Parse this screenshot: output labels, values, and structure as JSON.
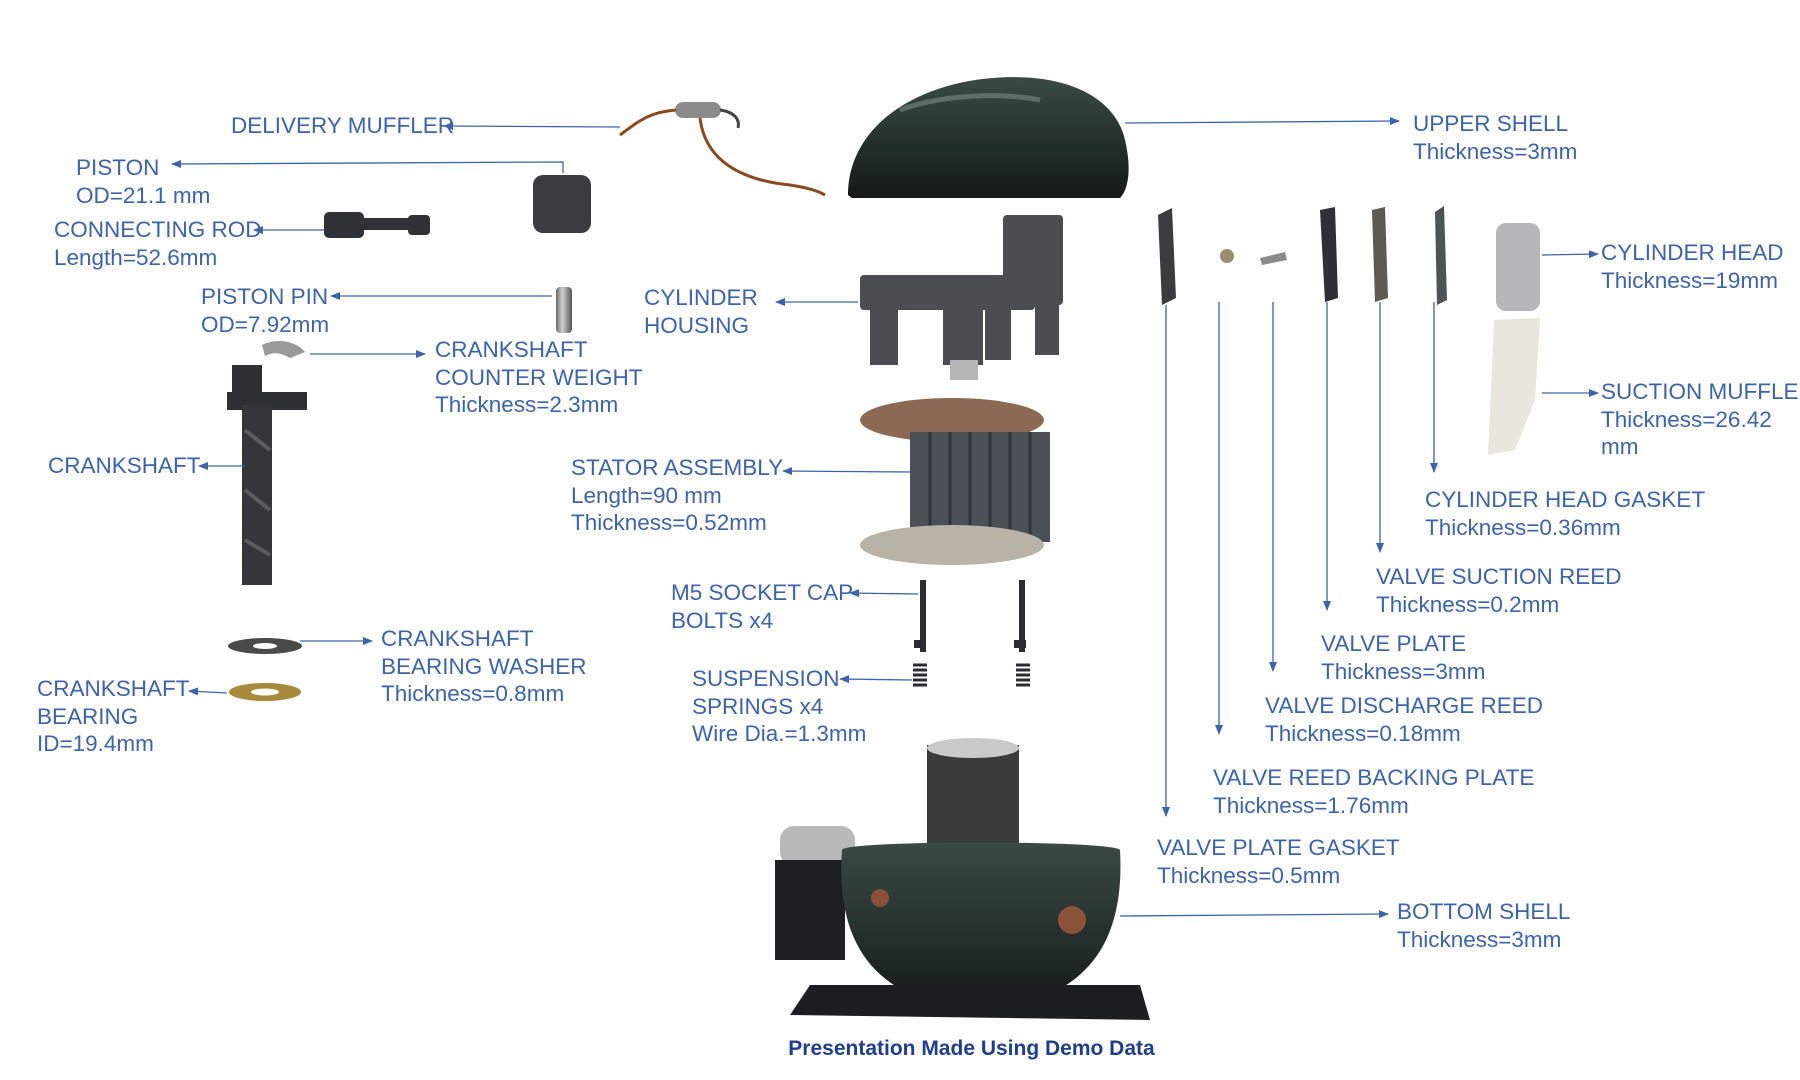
{
  "accent_color": "#3d64a8",
  "footer_color": "#1f3e8c",
  "footer": "Presentation Made Using Demo Data",
  "parts": [
    {
      "id": "delivery-muffler",
      "lines": [
        "DELIVERY MUFFLER"
      ]
    },
    {
      "id": "piston",
      "lines": [
        "PISTON",
        "OD=21.1 mm"
      ]
    },
    {
      "id": "connecting-rod",
      "lines": [
        "CONNECTING ROD",
        "Length=52.6mm"
      ]
    },
    {
      "id": "piston-pin",
      "lines": [
        "PISTON PIN",
        "OD=7.92mm"
      ]
    },
    {
      "id": "crankshaft-counter-weight",
      "lines": [
        "CRANKSHAFT",
        "COUNTER WEIGHT",
        "Thickness=2.3mm"
      ]
    },
    {
      "id": "crankshaft",
      "lines": [
        "CRANKSHAFT"
      ]
    },
    {
      "id": "crankshaft-bearing-washer",
      "lines": [
        "CRANKSHAFT",
        "BEARING WASHER",
        "Thickness=0.8mm"
      ]
    },
    {
      "id": "crankshaft-bearing",
      "lines": [
        "CRANKSHAFT",
        "BEARING",
        "ID=19.4mm"
      ]
    },
    {
      "id": "cylinder-housing",
      "lines": [
        "CYLINDER",
        "HOUSING"
      ]
    },
    {
      "id": "stator-assembly",
      "lines": [
        "STATOR ASSEMBLY",
        "Length=90 mm",
        "Thickness=0.52mm"
      ]
    },
    {
      "id": "socket-cap-bolts",
      "lines": [
        "M5 SOCKET CAP",
        "BOLTS x4"
      ]
    },
    {
      "id": "suspension-springs",
      "lines": [
        "SUSPENSION",
        "SPRINGS x4",
        "Wire Dia.=1.3mm"
      ]
    },
    {
      "id": "upper-shell",
      "lines": [
        "UPPER SHELL",
        "Thickness=3mm"
      ]
    },
    {
      "id": "cylinder-head",
      "lines": [
        "CYLINDER HEAD",
        "Thickness=19mm"
      ]
    },
    {
      "id": "suction-muffler",
      "lines": [
        "SUCTION MUFFLER",
        "Thickness=26.42",
        "mm"
      ]
    },
    {
      "id": "cylinder-head-gasket",
      "lines": [
        "CYLINDER HEAD GASKET",
        "Thickness=0.36mm"
      ]
    },
    {
      "id": "valve-suction-reed",
      "lines": [
        "VALVE SUCTION REED",
        "Thickness=0.2mm"
      ]
    },
    {
      "id": "valve-plate",
      "lines": [
        "VALVE PLATE",
        "Thickness=3mm"
      ]
    },
    {
      "id": "valve-discharge-reed",
      "lines": [
        "VALVE DISCHARGE REED",
        "Thickness=0.18mm"
      ]
    },
    {
      "id": "valve-reed-backing-plate",
      "lines": [
        "VALVE REED BACKING PLATE",
        "Thickness=1.76mm"
      ]
    },
    {
      "id": "valve-plate-gasket",
      "lines": [
        "VALVE PLATE GASKET",
        "Thickness=0.5mm"
      ]
    },
    {
      "id": "bottom-shell",
      "lines": [
        "BOTTOM SHELL",
        "Thickness=3mm"
      ]
    }
  ]
}
